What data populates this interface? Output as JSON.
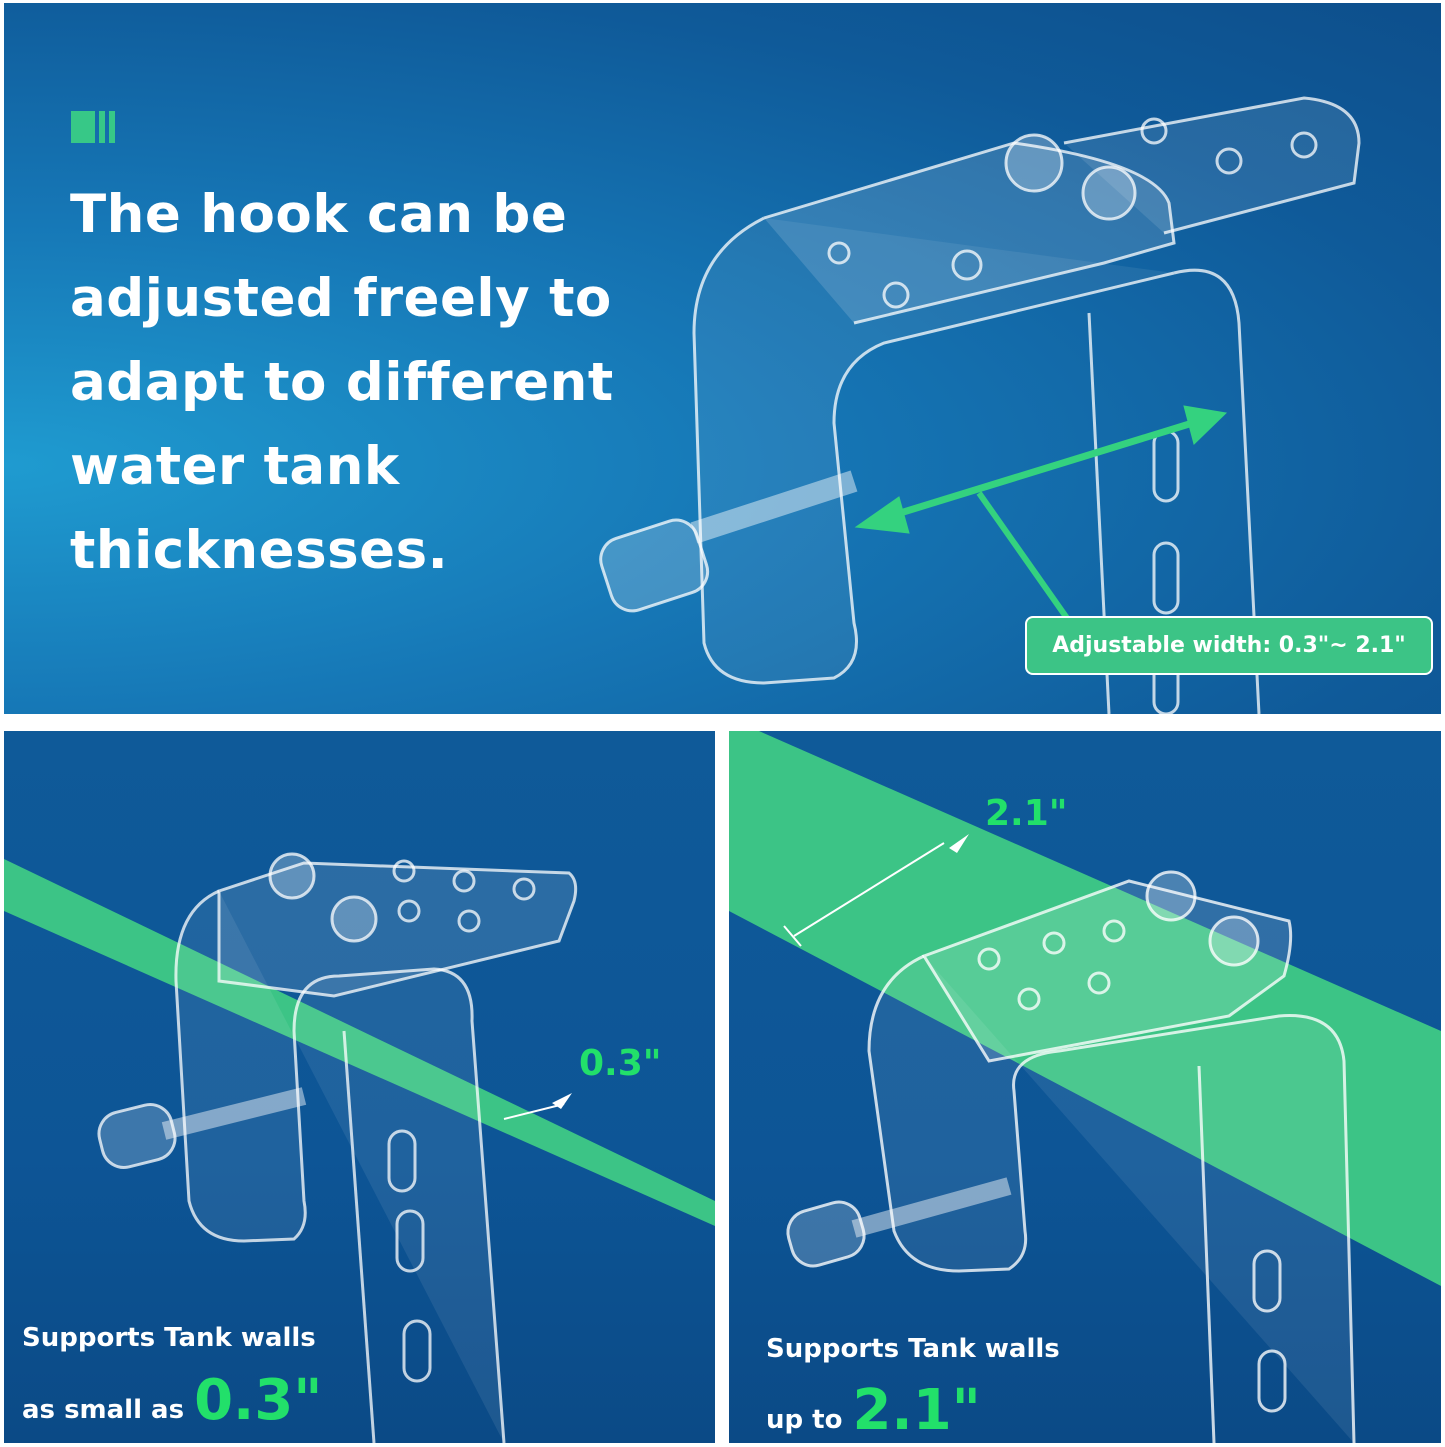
{
  "top": {
    "headline": "The hook can be adjusted freely to adapt to different water tank thicknesses.",
    "badge": "Adjustable width: 0.3\"~ 2.1\""
  },
  "bottom_left": {
    "measure": "0.3\"",
    "caption_line1": "Supports Tank walls",
    "caption_prefix": "as small as",
    "caption_value": "0.3\""
  },
  "bottom_right": {
    "measure": "2.1\"",
    "caption_line1": "Supports Tank walls",
    "caption_prefix": "up to",
    "caption_value": "2.1\""
  },
  "colors": {
    "accent_green": "#3cc486",
    "bright_green": "#22e06a",
    "panel_blue": "#0f5a99"
  },
  "icons": [
    "title-bars-icon",
    "double-arrow-icon",
    "hook-clip-illustration"
  ]
}
